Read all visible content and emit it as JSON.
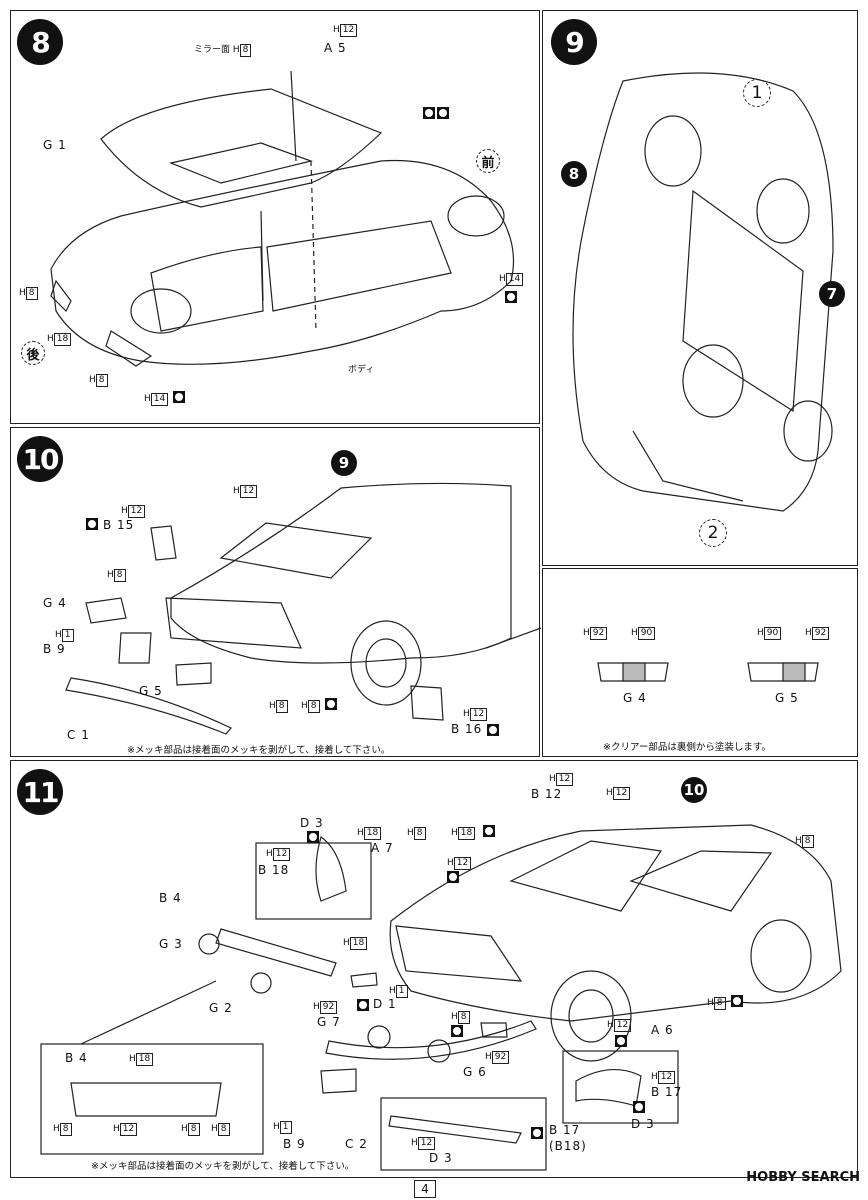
{
  "steps": {
    "s8": "8",
    "s9": "9",
    "s10": "10",
    "s11": "11",
    "ref9": "9",
    "ref10": "10",
    "sub8": "8",
    "sub7": "7"
  },
  "panel8": {
    "mirror_face": "ミラー面",
    "h8": "8",
    "h12": "12",
    "h14": "14",
    "h18": "18",
    "a5": "A 5",
    "g1": "G 1",
    "front": "前",
    "rear": "後",
    "body": "ボディ"
  },
  "panel9": {
    "circle1": "1",
    "circle2": "2"
  },
  "panel10": {
    "b15": "B 15",
    "g4": "G 4",
    "b9": "B 9",
    "g5": "G 5",
    "c1": "C 1",
    "b16": "B 16",
    "h1": "1",
    "h8": "8",
    "h12": "12",
    "note": "※メッキ部品は接着面のメッキを剥がして、接着して下さい。"
  },
  "panel_clear": {
    "h92": "92",
    "h90": "90",
    "g4": "G 4",
    "g5": "G 5",
    "note": "※クリアー部品は裏側から塗装します。"
  },
  "panel11": {
    "d3": "D 3",
    "b18": "B 18",
    "a7": "A 7",
    "b12": "B 12",
    "b4": "B 4",
    "g3": "G 3",
    "g2": "G 2",
    "g7": "G 7",
    "d1": "D 1",
    "g6": "G 6",
    "a6": "A 6",
    "b17": "B 17",
    "c2": "C 2",
    "b9": "B 9",
    "b18p": "(B18)",
    "h1": "1",
    "h8": "8",
    "h12": "12",
    "h18": "18",
    "h92": "92",
    "note": "※メッキ部品は接着面のメッキを剥がして、接着して下さい。"
  },
  "footer": {
    "page": "4",
    "brand": "HOBBY SEARCH"
  }
}
